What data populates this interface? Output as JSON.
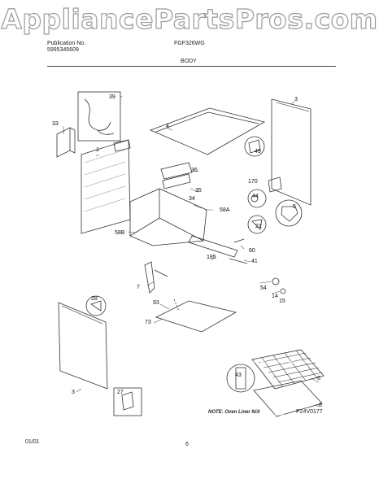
{
  "watermark": "AppliancePartsPros.com",
  "header": {
    "publication_label": "Publication No.",
    "publication_no": "5995345609",
    "model": "FGF326WG",
    "section": "BODY"
  },
  "labels": {
    "l39": "39",
    "l33": "33",
    "l1": "1",
    "l4": "4",
    "l3a": "3",
    "l49": "49",
    "l36": "36",
    "l35": "35",
    "l170": "170",
    "l34": "34",
    "l44": "44",
    "l5": "5",
    "l58A": "58A",
    "l21": "21",
    "l58B": "58B",
    "l60": "60",
    "l185": "185",
    "l41": "41",
    "l7": "7",
    "l54": "54",
    "l14": "14",
    "l15": "15",
    "l28": "28",
    "l93": "93",
    "l73": "73",
    "l3b": "3",
    "l43": "43",
    "l6": "6",
    "l27": "27",
    "l8": "8"
  },
  "footer": {
    "note": "NOTE: Oven Liner N/A",
    "diagram_code": "P24V0177",
    "date": "01/01",
    "page": "6"
  }
}
